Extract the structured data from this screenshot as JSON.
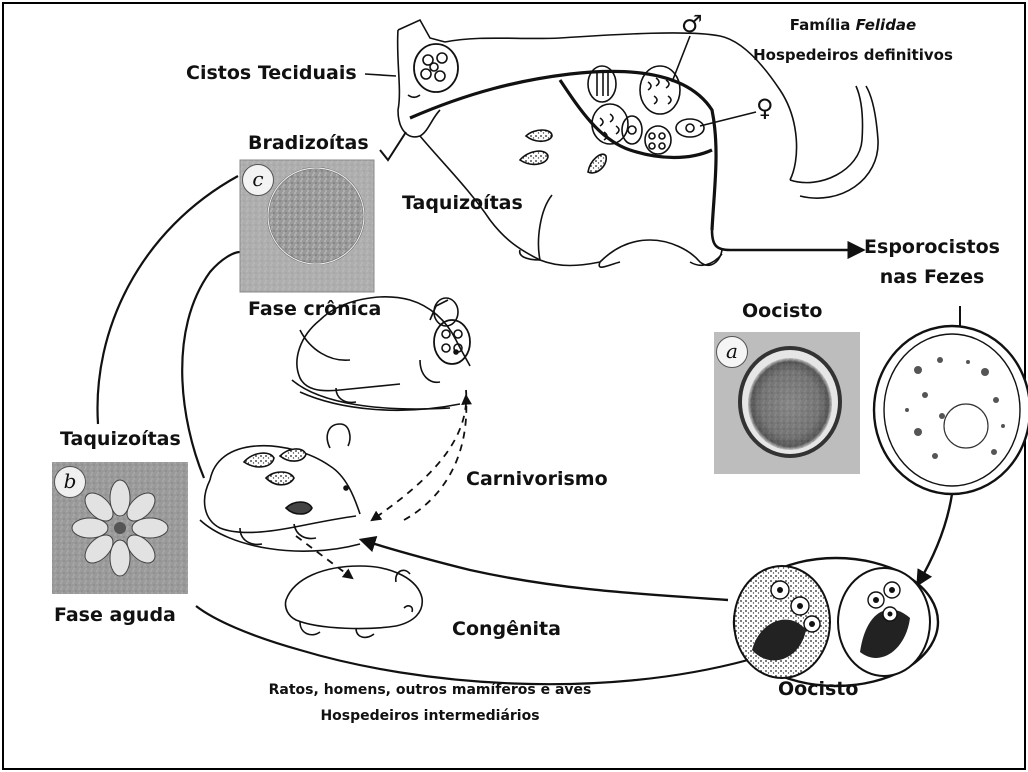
{
  "labels": {
    "cistos_teciduais": "Cistos Teciduais",
    "familia_prefix": "Família ",
    "familia_italic": "Felidae",
    "hospedeiros_definitivos": "Hospedeiros definitivos",
    "bradizoitas": "Bradizoítas",
    "taquizoitas_cat": "Taquizoítas",
    "esporocistos_line1": "Esporocistos",
    "esporocistos_line2": "nas Fezes",
    "oocisto_top": "Oocisto",
    "fase_cronica": "Fase crônica",
    "taquizoitas_left": "Taquizoítas",
    "carnivorismo": "Carnivorismo",
    "fase_aguda": "Fase aguda",
    "congenita": "Congênita",
    "intermediarios_line1": "Ratos, homens, outros mamíferos e aves",
    "intermediarios_line2": "Hospedeiros intermediários",
    "oocisto_bottom": "Oocisto"
  },
  "panels": {
    "a": "a",
    "b": "b",
    "c": "c"
  },
  "symbols": {
    "male": "♂",
    "female": "♀"
  }
}
